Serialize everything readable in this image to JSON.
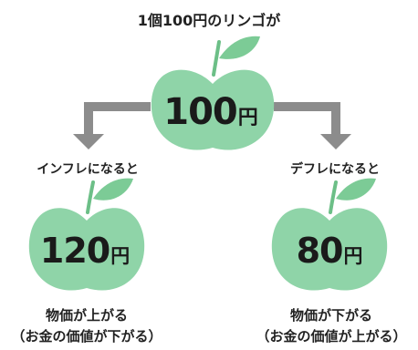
{
  "title": "1個100円のリンゴが",
  "center_apple": {
    "amount": "100",
    "unit": "円"
  },
  "inflation": {
    "label": "インフレになると",
    "amount": "120",
    "unit": "円",
    "result_line1": "物価が上がる",
    "result_line2": "（お金の価値が下がる）"
  },
  "deflation": {
    "label": "デフレになると",
    "amount": "80",
    "unit": "円",
    "result_line1": "物価が下がる",
    "result_line2": "（お金の価値が上がる）"
  },
  "colors": {
    "apple_body": "#8fd4a8",
    "apple_leaf": "#7ccb96",
    "apple_stem": "#6cbf87",
    "arrow": "#8c8c8c",
    "text": "#222222"
  }
}
